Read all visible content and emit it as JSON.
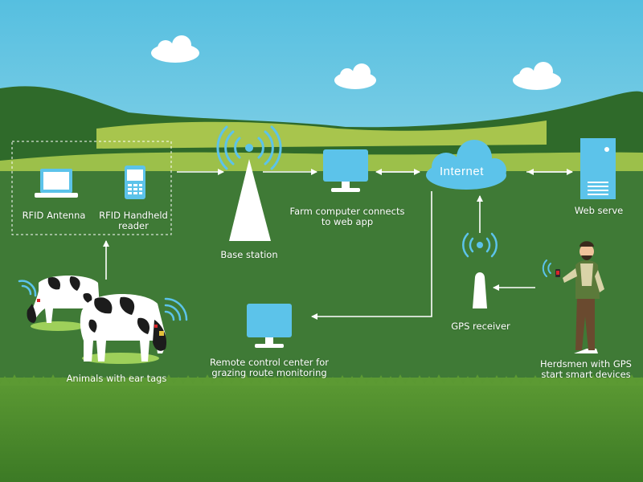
{
  "colors": {
    "sky": "#5bc1df",
    "field_light": "#9cc04a",
    "field_dark": "#3f7a36",
    "grass": "#4f8a30",
    "device_blue": "#5cc3ea",
    "white": "#ffffff"
  },
  "labels": {
    "rfid_antenna": "RFID Antenna",
    "rfid_handheld_line1": "RFID Handheld",
    "rfid_handheld_line2": "reader",
    "base_station": "Base station",
    "farm_computer_line1": "Farm computer connects",
    "farm_computer_line2": "to web app",
    "internet": "Internet",
    "web_server": "Web serve",
    "gps_receiver": "GPS receiver",
    "remote_control_line1": "Remote control center for",
    "remote_control_line2": "grazing route monitoring",
    "animals": "Animals with ear tags",
    "herdsmen_line1": "Herdsmen with GPS",
    "herdsmen_line2": "start smart devices"
  },
  "icons": [
    "cloud-icon",
    "laptop-icon",
    "handheld-reader-icon",
    "antenna-tower-icon",
    "desktop-computer-icon",
    "internet-cloud-icon",
    "server-tower-icon",
    "gps-receiver-icon",
    "cow-icon",
    "herdsman-icon",
    "wifi-signal-icon",
    "arrow-icon"
  ]
}
